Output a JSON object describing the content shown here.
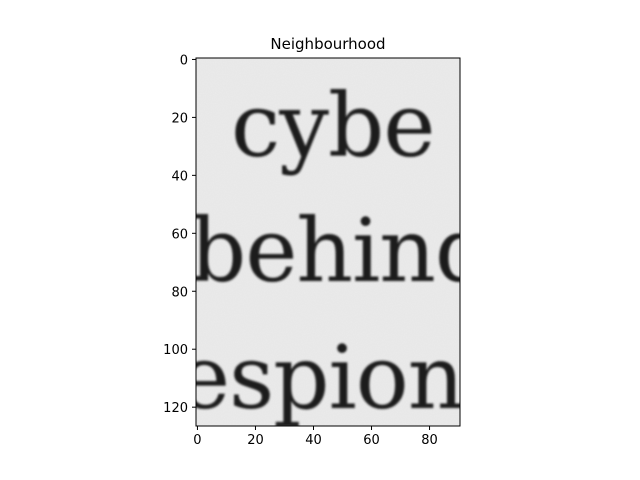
{
  "figure": {
    "title": "Neighbourhood",
    "image_words": [
      "cybe",
      "behind",
      "espion"
    ]
  },
  "chart_data": {
    "type": "heatmap",
    "title": "Neighbourhood",
    "colormap": "gray",
    "xlim": [
      -0.5,
      90.5
    ],
    "ylim": [
      126.5,
      -0.5
    ],
    "x_ticks": [
      0,
      20,
      40,
      60,
      80
    ],
    "y_ticks": [
      0,
      20,
      40,
      60,
      80,
      100,
      120
    ],
    "x_tick_labels": [
      "0",
      "20",
      "40",
      "60",
      "80"
    ],
    "y_tick_labels": [
      "0",
      "20",
      "40",
      "60",
      "80",
      "100",
      "120"
    ],
    "grid": false,
    "legend": "none",
    "colors": {
      "background": "#ebebeb",
      "ink": "#1c1c1c",
      "frame": "#000000"
    }
  }
}
